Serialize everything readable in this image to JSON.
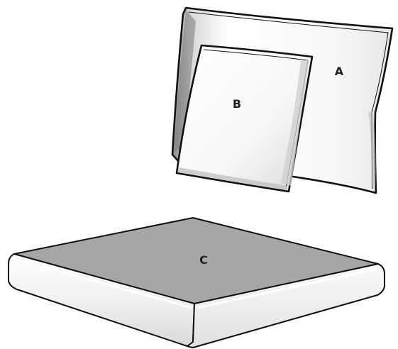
{
  "labels": {
    "a": "A",
    "b": "B",
    "c": "C"
  },
  "colors": {
    "outline": "#111111",
    "pillow_face": "#ffffff",
    "pillow_shade": "#e2e2e2",
    "cushion_top": "#a6a6a6",
    "cushion_side": "#f4f4f4"
  }
}
